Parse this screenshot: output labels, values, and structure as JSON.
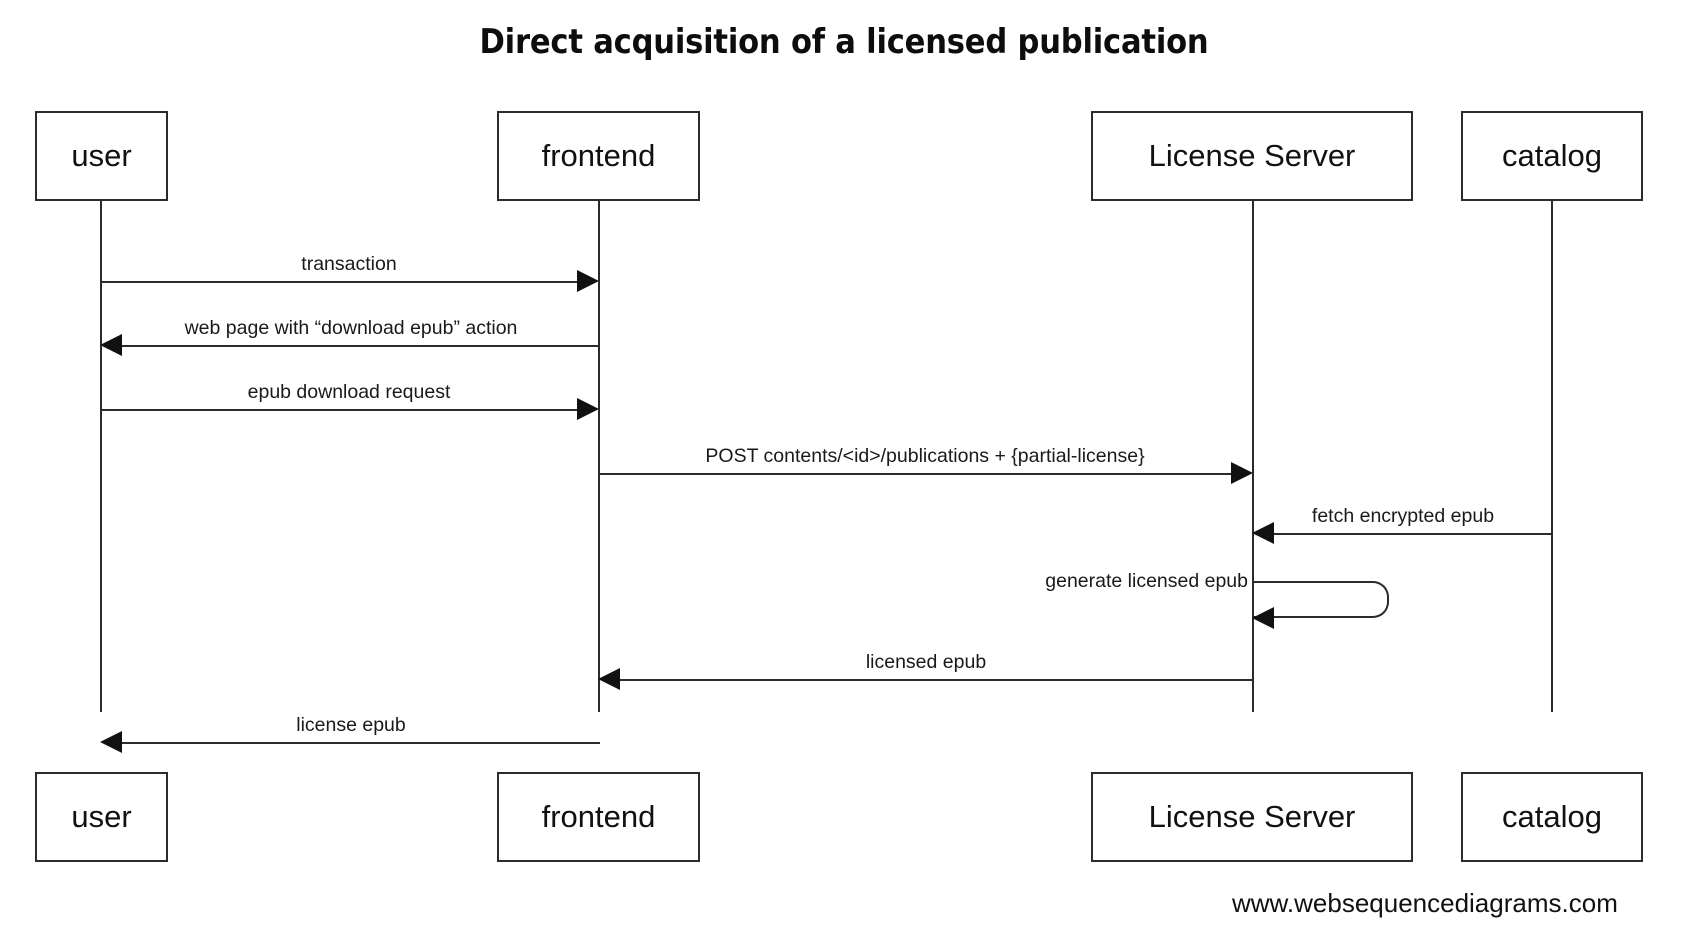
{
  "diagram": {
    "title": "Direct acquisition of a licensed publication",
    "type": "sequence-diagram",
    "footer": "www.websequencediagrams.com",
    "colors": {
      "stroke": "#2b2b2b",
      "text": "#1a1a1a",
      "background": "#ffffff"
    },
    "participants": [
      {
        "id": "user",
        "label": "user"
      },
      {
        "id": "frontend",
        "label": "frontend"
      },
      {
        "id": "license-server",
        "label": "License Server"
      },
      {
        "id": "catalog",
        "label": "catalog"
      }
    ],
    "messages": [
      {
        "index": 1,
        "label": "transaction",
        "from": "user",
        "to": "frontend",
        "direction": "right",
        "kind": "sync"
      },
      {
        "index": 2,
        "label": "web page with “download epub” action",
        "from": "frontend",
        "to": "user",
        "direction": "left",
        "kind": "sync"
      },
      {
        "index": 3,
        "label": "epub download request",
        "from": "user",
        "to": "frontend",
        "direction": "right",
        "kind": "sync"
      },
      {
        "index": 4,
        "label": "POST contents/<id>/publications + {partial-license}",
        "from": "frontend",
        "to": "license-server",
        "direction": "right",
        "kind": "sync"
      },
      {
        "index": 5,
        "label": "fetch encrypted epub",
        "from": "catalog",
        "to": "license-server",
        "direction": "left",
        "kind": "sync"
      },
      {
        "index": 6,
        "label": "generate licensed epub",
        "from": "license-server",
        "to": "license-server",
        "direction": "self",
        "kind": "self"
      },
      {
        "index": 7,
        "label": "licensed epub",
        "from": "license-server",
        "to": "frontend",
        "direction": "left",
        "kind": "sync"
      },
      {
        "index": 8,
        "label": "license epub",
        "from": "frontend",
        "to": "user",
        "direction": "left",
        "kind": "sync"
      }
    ]
  }
}
